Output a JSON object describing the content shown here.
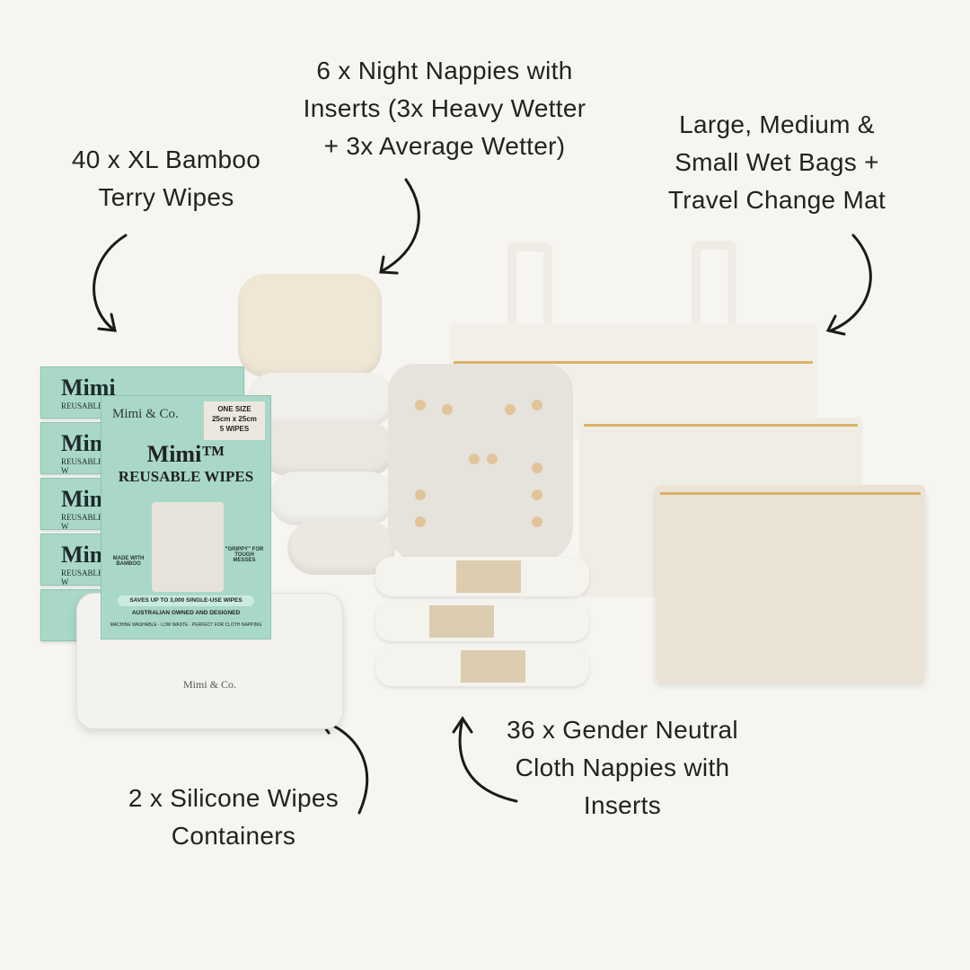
{
  "labels": {
    "wipes": [
      "40 x XL Bamboo",
      "Terry Wipes"
    ],
    "night_nappies": [
      "6 x Night Nappies with",
      "Inserts (3x Heavy Wetter",
      "+ 3x Average Wetter)"
    ],
    "wet_bags": [
      "Large, Medium &",
      "Small Wet Bags +",
      "Travel Change Mat"
    ],
    "cloth_nappies": [
      "36 x Gender Neutral",
      "Cloth Nappies with",
      "Inserts"
    ],
    "containers": [
      "2 x Silicone Wipes",
      "Containers"
    ]
  },
  "wipes_box": {
    "brand": "Mimi & Co.",
    "size_line1": "ONE SIZE",
    "size_line2": "25cm x 25cm",
    "size_line3": "5 WIPES",
    "title": "Mimi™",
    "subtitle": "REUSABLE WIPES",
    "bamboo_note": "MADE WITH BAMBOO",
    "grippy_note": "\"GRIPPY\" FOR TOUGH MESSES",
    "saves": "SAVES UP TO 3,000 SINGLE-USE WIPES",
    "australian": "AUSTRALIAN OWNED AND DESIGNED",
    "features": "MACHINE WASHABLE · LOW WASTE · PERFECT FOR CLOTH NAPPING",
    "side_title": "Mimi",
    "side_subtitle": "REUSABLE W"
  },
  "container": {
    "brand": "Mimi & Co."
  },
  "colors": {
    "background": "#f6f5f1",
    "box_mint": "#a9d8c8",
    "text": "#222222",
    "snap": "#e2c49a"
  }
}
